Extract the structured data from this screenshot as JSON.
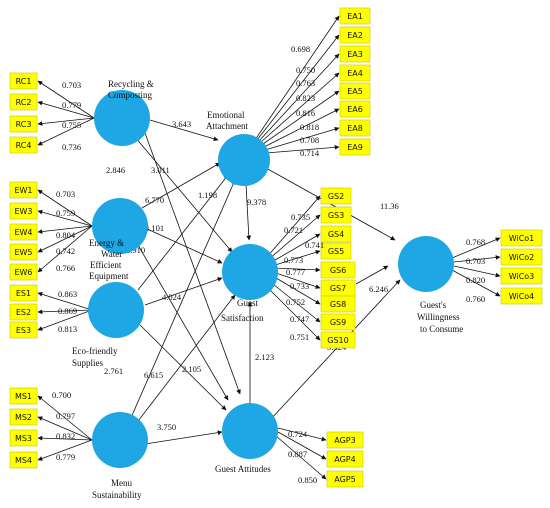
{
  "constructs": {
    "rc": [
      "Recycling &",
      "Composting"
    ],
    "ewe": [
      "Energy &",
      "Water",
      "Efficient",
      "Equipment"
    ],
    "es": [
      "Eco-friendly",
      "Supplies"
    ],
    "ms": [
      "Menu",
      "Sustainability"
    ],
    "ea": [
      "Emotional",
      "Attachment"
    ],
    "gs": [
      "Guest",
      "Satisfaction"
    ],
    "ga": [
      "Guest Attitudes"
    ],
    "gwc": [
      "Guest's",
      "Willingness",
      "to Consume"
    ]
  },
  "indicators": {
    "rc": [
      {
        "label": "RC1",
        "loading": "0.703"
      },
      {
        "label": "RC2",
        "loading": "0.779"
      },
      {
        "label": "RC3",
        "loading": "0.755"
      },
      {
        "label": "RC4",
        "loading": "0.736"
      }
    ],
    "ew": [
      {
        "label": "EW1",
        "loading": "0.703"
      },
      {
        "label": "EW3",
        "loading": "0.759"
      },
      {
        "label": "EW4",
        "loading": "0.804"
      },
      {
        "label": "EW5",
        "loading": "0.742"
      },
      {
        "label": "EW6",
        "loading": "0.766"
      }
    ],
    "es": [
      {
        "label": "ES1",
        "loading": "0.863"
      },
      {
        "label": "ES2",
        "loading": "0.869"
      },
      {
        "label": "ES3",
        "loading": "0.813"
      }
    ],
    "ms": [
      {
        "label": "MS1",
        "loading": "0.700"
      },
      {
        "label": "MS2",
        "loading": "0.797"
      },
      {
        "label": "MS3",
        "loading": "0.832"
      },
      {
        "label": "MS4",
        "loading": "0.779"
      }
    ],
    "ea": [
      {
        "label": "EA1",
        "loading": "0.698"
      },
      {
        "label": "EA2",
        "loading": "0.750"
      },
      {
        "label": "EA3",
        "loading": "0.763"
      },
      {
        "label": "EA4",
        "loading": "0.823"
      },
      {
        "label": "EA5",
        "loading": "0.816"
      },
      {
        "label": "EA6",
        "loading": "0.818"
      },
      {
        "label": "EA8",
        "loading": "0.708"
      },
      {
        "label": "EA9",
        "loading": "0.714"
      }
    ],
    "gs": [
      {
        "label": "GS2",
        "loading": "0.735"
      },
      {
        "label": "GS3",
        "loading": "0.721"
      },
      {
        "label": "GS4",
        "loading": "0.741"
      },
      {
        "label": "GS5",
        "loading": "0.773"
      },
      {
        "label": "GS6",
        "loading": "0.777"
      },
      {
        "label": "GS7",
        "loading": "0.733"
      },
      {
        "label": "GS8",
        "loading": "0.752"
      },
      {
        "label": "GS9",
        "loading": "0.747"
      },
      {
        "label": "GS10",
        "loading": "0.751"
      }
    ],
    "ga": [
      {
        "label": "AGP3",
        "loading": "0.724"
      },
      {
        "label": "AGP4",
        "loading": "0.887"
      },
      {
        "label": "AGP5",
        "loading": "0.850"
      }
    ],
    "wc": [
      {
        "label": "WiCo1",
        "loading": "0.768"
      },
      {
        "label": "WiCo2",
        "loading": "0.703"
      },
      {
        "label": "WiCo3",
        "loading": "0.820"
      },
      {
        "label": "WiCo4",
        "loading": "0.760"
      }
    ]
  },
  "paths": {
    "rc_ea": "3.643",
    "rc_gs": "2.846",
    "rc_ga": "3.011",
    "ewe_ea": "6.770",
    "ewe_gs": "4.101",
    "ewe_ga": "3.910",
    "es_ea": "1.198",
    "es_gs": "4.024",
    "es_ga": "2.105",
    "ms_ea": "2.761",
    "ms_gs": "6.615",
    "ms_ga": "3.750",
    "ea_gs": "9.378",
    "ea_gwc": "11.36",
    "gs_gwc": "6.246",
    "ga_gs": "2.123",
    "ga_gwc": "5.324"
  }
}
